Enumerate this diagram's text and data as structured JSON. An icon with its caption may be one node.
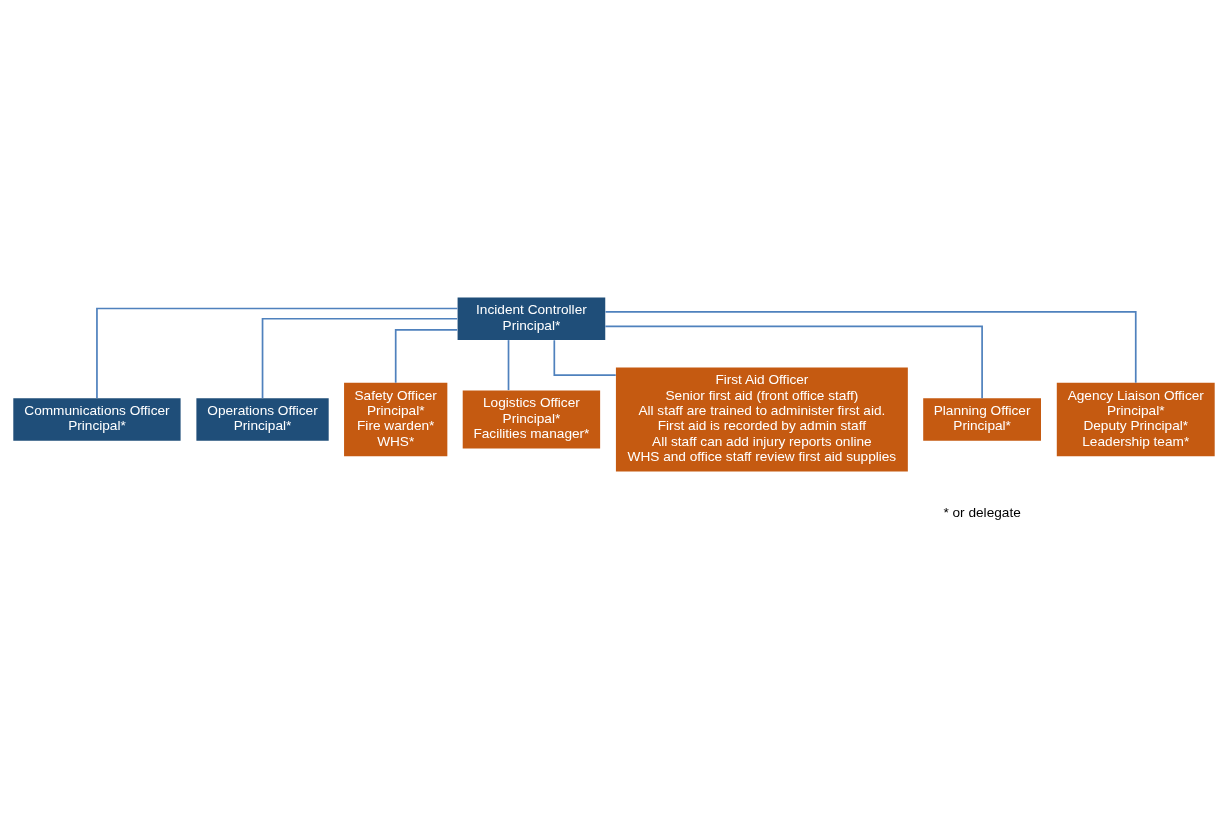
{
  "diagram": {
    "nodes": [
      {
        "text": [
          "Incident Controller",
          "Principal*"
        ]
      },
      {
        "text": [
          "Communications Officer",
          "Principal*"
        ]
      },
      {
        "text": [
          "Operations Officer",
          "Principal*"
        ]
      },
      {
        "text": [
          "Safety Officer",
          "Principal*",
          "Fire warden*",
          "WHS*"
        ]
      },
      {
        "text": [
          "Logistics Officer",
          "Principal*",
          "Facilities manager*"
        ]
      },
      {
        "text": [
          "First Aid Officer",
          "Senior first aid (front office staff)",
          "All staff are trained to administer first aid.",
          "First aid is recorded by admin staff",
          "All staff can add injury reports online",
          "WHS and office staff review first aid supplies"
        ]
      },
      {
        "text": [
          "Planning Officer",
          "Principal*"
        ]
      },
      {
        "text": [
          "Agency Liaison Officer",
          "Principal*",
          "Deputy Principal*",
          "Leadership team*"
        ]
      }
    ],
    "edges": [
      {
        "from": 0,
        "to": 1,
        "arrow": "none"
      },
      {
        "from": 0,
        "to": 2,
        "arrow": "none"
      },
      {
        "from": 0,
        "to": 3,
        "arrow": "none"
      },
      {
        "from": 0,
        "to": 4,
        "arrow": "none"
      },
      {
        "from": 0,
        "to": 5,
        "arrow": "none"
      },
      {
        "from": 0,
        "to": 6,
        "arrow": "none"
      },
      {
        "from": 0,
        "to": 7,
        "arrow": "none"
      }
    ],
    "labels": [
      "* or delegate"
    ]
  }
}
